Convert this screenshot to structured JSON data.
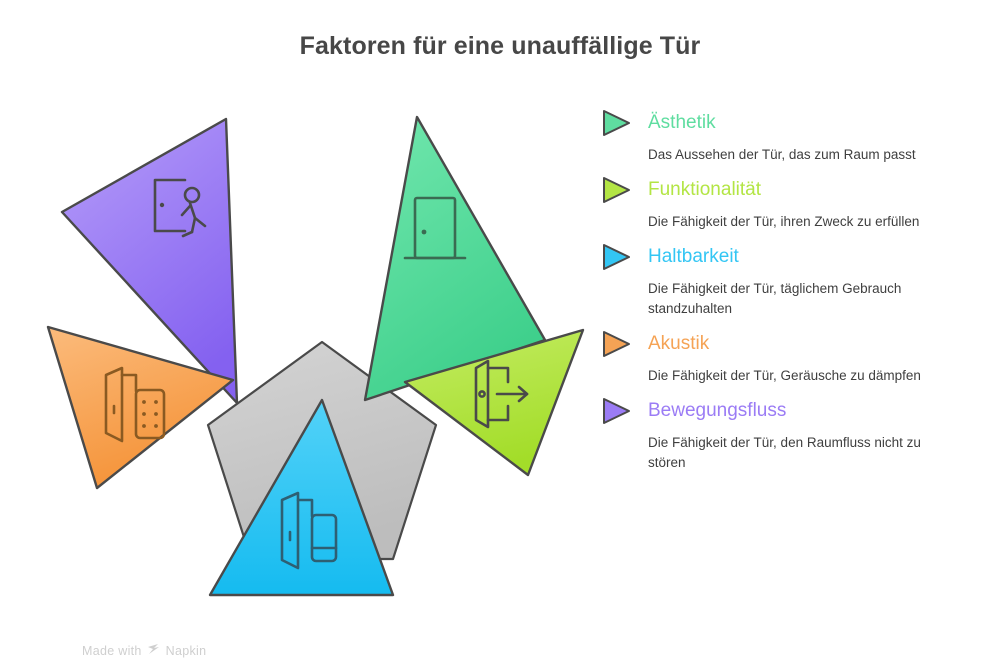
{
  "title": "Faktoren für eine unauffällige Tür",
  "footer": {
    "prefix": "Made with",
    "brand": "Napkin",
    "mark_icon": "napkin-logo-icon"
  },
  "colors": {
    "aesthetik": "#5FDDA0",
    "funktionalitaet": "#B3E544",
    "haltbarkeit": "#33C6F4",
    "akustik": "#F5A355",
    "bewegungsfluss": "#9B7CF5",
    "center": "#C9C9C9",
    "stroke": "#4A4A4A",
    "title_text": "#474747",
    "body_text": "#3f3f3f"
  },
  "center_shape": {
    "name": "pentagon",
    "fill": "#C9C9C9"
  },
  "legend": {
    "items": [
      {
        "id": "aesthetik",
        "label": "Ästhetik",
        "description": "Das Aussehen der Tür, das zum Raum passt",
        "color": "#5FDDA0",
        "bullet_icon": "triangle-right-icon"
      },
      {
        "id": "funktionalitaet",
        "label": "Funktionalität",
        "description": "Die Fähigkeit der Tür, ihren Zweck zu erfüllen",
        "color": "#B3E544",
        "bullet_icon": "triangle-right-icon"
      },
      {
        "id": "haltbarkeit",
        "label": "Haltbarkeit",
        "description": "Die Fähigkeit der Tür, täglichem Gebrauch standzuhalten",
        "color": "#33C6F4",
        "bullet_icon": "triangle-right-icon"
      },
      {
        "id": "akustik",
        "label": "Akustik",
        "description": "Die Fähigkeit der Tür, Geräusche zu dämpfen",
        "color": "#F5A355",
        "bullet_icon": "triangle-right-icon"
      },
      {
        "id": "bewegungsfluss",
        "label": "Bewegungsfluss",
        "description": "Die Fähigkeit der Tür, den Raumfluss nicht zu stören",
        "color": "#9B7CF5",
        "bullet_icon": "triangle-right-icon"
      }
    ]
  },
  "diagram": {
    "type": "radial-pentagon-petals",
    "petals": [
      {
        "id": "aesthetik",
        "label": "Ästhetik",
        "color": "#5FDDA0",
        "icon": "door-closed-icon",
        "position": "top-right"
      },
      {
        "id": "funktionalitaet",
        "label": "Funktionalität",
        "color": "#B3E544",
        "icon": "door-exit-arrow-icon",
        "position": "right"
      },
      {
        "id": "haltbarkeit",
        "label": "Haltbarkeit",
        "color": "#33C6F4",
        "icon": "door-open-panel-icon",
        "position": "bottom"
      },
      {
        "id": "akustik",
        "label": "Akustik",
        "color": "#F5A355",
        "icon": "door-acoustic-panel-icon",
        "position": "left"
      },
      {
        "id": "bewegungsfluss",
        "label": "Bewegungsfluss",
        "color": "#9B7CF5",
        "icon": "door-walking-person-icon",
        "position": "top-left"
      }
    ]
  }
}
